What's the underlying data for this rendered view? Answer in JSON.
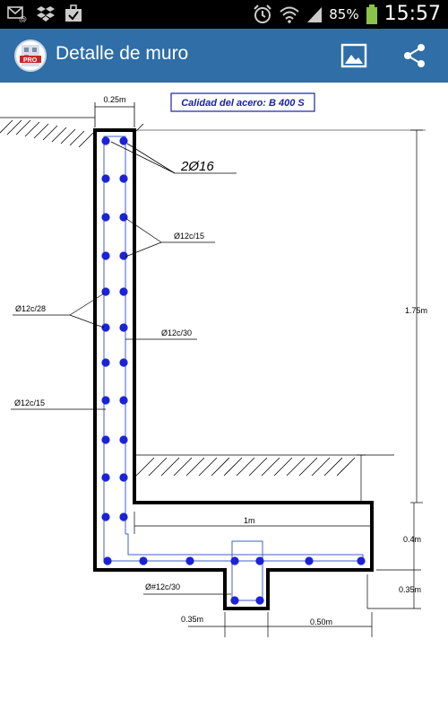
{
  "status_bar": {
    "battery_percent": "85%",
    "time": "15:57",
    "icons": [
      "mail-icon",
      "dropbox-icon",
      "briefcase-check-icon",
      "alarm-icon",
      "wifi-icon",
      "signal-icon",
      "battery-icon"
    ]
  },
  "app_bar": {
    "title": "Detalle de muro",
    "logo_icon": "app-logo-icon",
    "actions": [
      {
        "name": "image-icon"
      },
      {
        "name": "share-icon"
      }
    ]
  },
  "drawing": {
    "steel_quality": "Calidad del acero: B 400 S",
    "labels": {
      "wall_thickness": "0.25m",
      "main_bars": "2Ø16",
      "stem_bars_front": "Ø12c/15",
      "stem_bars_inner": "Ø12c/28",
      "stem_stirrups": "Ø12c/30",
      "stem_bars_outer": "Ø12c/15",
      "wall_height": "1.75m",
      "footing_length": "1m",
      "footing_height": "0.4m",
      "key_height": "0.35m",
      "key_stirrups": "Ø#12c/30",
      "key_width": "0.35m",
      "toe_width": "0.50m"
    },
    "colors": {
      "outline": "#000000",
      "rebar": "#1b22d8",
      "stirrup": "#4060c8",
      "dimension": "#000000",
      "quality_box_text": "#1b22a0"
    }
  }
}
